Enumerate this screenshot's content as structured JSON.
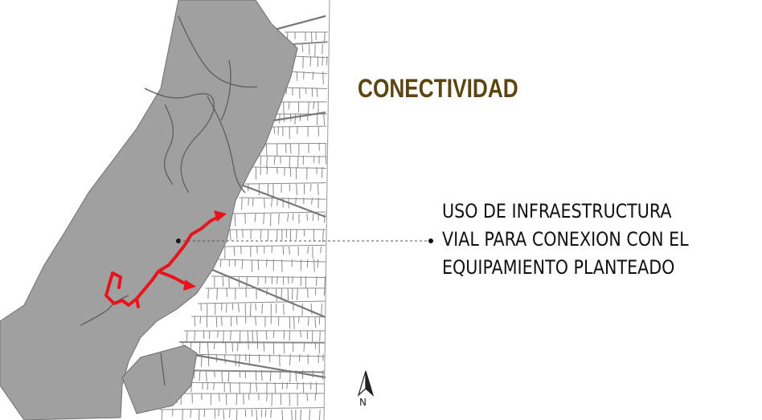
{
  "map": {
    "title": "CONECTIVIDAD",
    "annotation_lines": [
      "USO DE INFRAESTRUCTURA",
      "VIAL PARA CONEXION CON EL",
      "EQUIPAMIENTO PLANTEADO"
    ],
    "north_label": "N",
    "colors": {
      "title": "#5b4511",
      "zone_fill": "#a0a0a0",
      "route": "#e8141c",
      "parcel_lines": "#8a8a8a",
      "leader_line": "#555555"
    }
  }
}
